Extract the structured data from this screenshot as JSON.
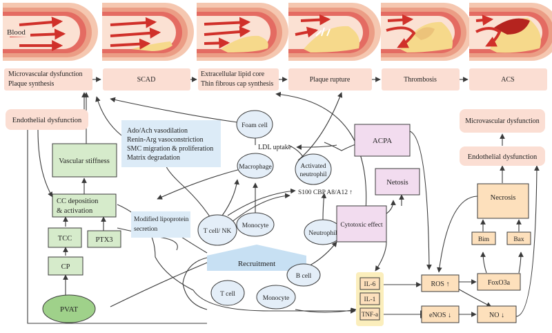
{
  "panels": {
    "blood_label": "Blood",
    "stages": [
      "Microvascular dysfunction",
      "Plaque synthesis",
      "SCAD",
      "Extracellular lipid core",
      "Thin fibrous cap synthesis",
      "Plaque rupture",
      "Thrombosis",
      "ACS"
    ]
  },
  "left": {
    "endothelial_dysfunction": "Endothelial dysfunction",
    "vascular_stiffness": "Vascular stiffness",
    "cc_deposition_1": "CC deposition",
    "cc_deposition_2": "& activation",
    "tcc": "TCC",
    "ptx3": "PTX3",
    "cp": "CP",
    "pvat": "PVAT"
  },
  "middle": {
    "effects": [
      "Ado/Ach vasodilation",
      "Renin-Arg vasoconstriction",
      "SMC migration & proliferation",
      "Matrix degradation"
    ],
    "foam_cell": "Foam cell",
    "ldl_uptake": "LDL uptake",
    "macrophage": "Macrophage",
    "activated_neutrophil_1": "Activated",
    "activated_neutrophil_2": "neutrophil",
    "s100": "S100 CBP A8/A12 ↑",
    "modified_lipoprotein_1": "Modified lipoprotein",
    "modified_lipoprotein_2": "secretion",
    "t_cell_nk": "T cell/ NK",
    "monocyte_upper": "Monocyte",
    "neutrophil": "Neutrophil",
    "recruitment": "Recruitment",
    "t_cell": "T cell",
    "monocyte_lower": "Monocyte",
    "b_cell": "B cell"
  },
  "right": {
    "acpa": "ACPA",
    "netosis": "Netosis",
    "cytotoxic": "Cytotoxic effect",
    "il6": "IL-6",
    "il1": "IL-1",
    "tnfa": "TNF-a",
    "ros": "ROS ↑",
    "enos": "eNOS ↓",
    "foxo3a": "FoxO3a",
    "no": "NO ↓",
    "bim": "Bim",
    "bax": "Bax",
    "necrosis": "Necrosis",
    "endothelial_dysfunction": "Endothelial dysfunction",
    "microvascular_dysfunction": "Microvascular dysfunction"
  }
}
